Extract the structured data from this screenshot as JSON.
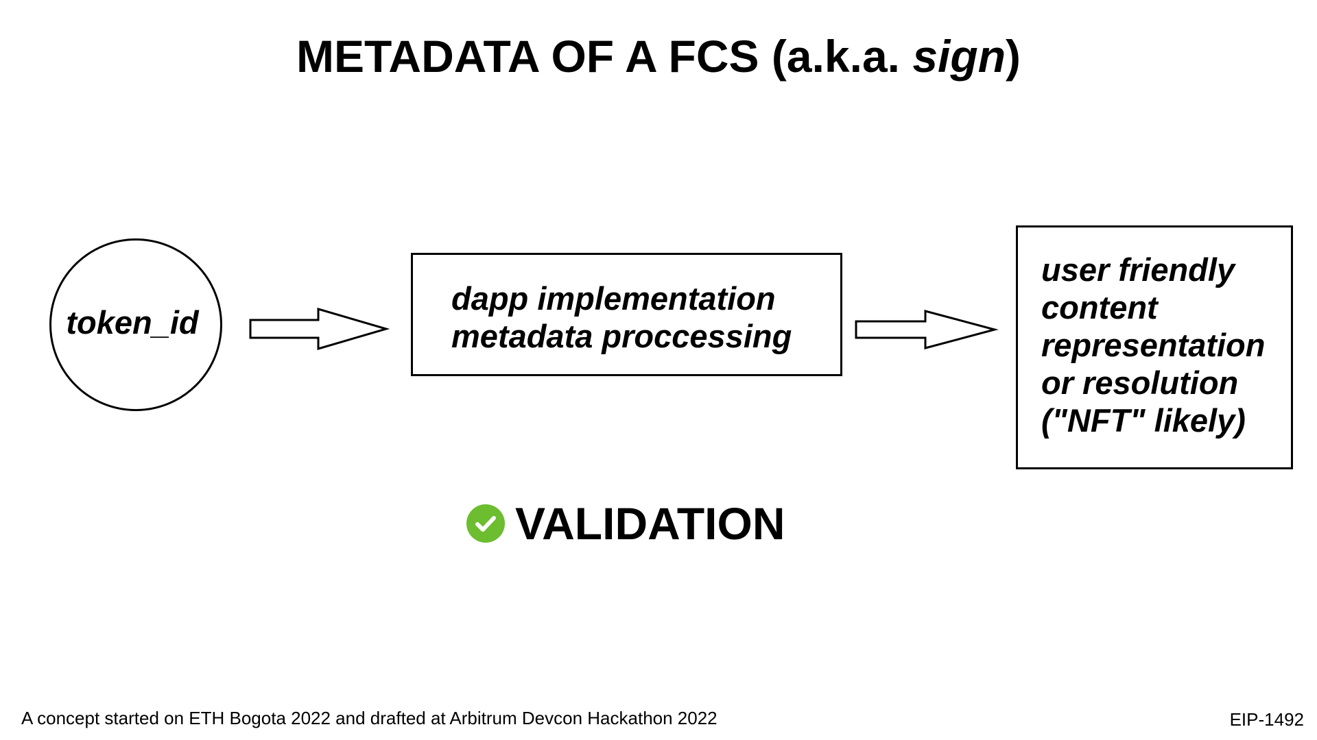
{
  "title": {
    "prefix": "METADATA OF A FCS (a.k.a. ",
    "emphasis": "sign",
    "suffix": ")"
  },
  "nodes": {
    "input": {
      "label": "token_id"
    },
    "process": {
      "line1": "dapp implementation",
      "line2": "metadata proccessing"
    },
    "output": {
      "line1": "user friendly",
      "line2": "content",
      "line3": "representation",
      "line4": "or resolution",
      "line5": "(\"NFT\" likely)"
    }
  },
  "validation": {
    "icon": "check-circle-icon",
    "label": "VALIDATION",
    "icon_color": "#6cbd2f"
  },
  "footer": {
    "left": "A concept started on ETH Bogota 2022 and drafted at Arbitrum Devcon Hackathon 2022",
    "right": "EIP-1492"
  }
}
